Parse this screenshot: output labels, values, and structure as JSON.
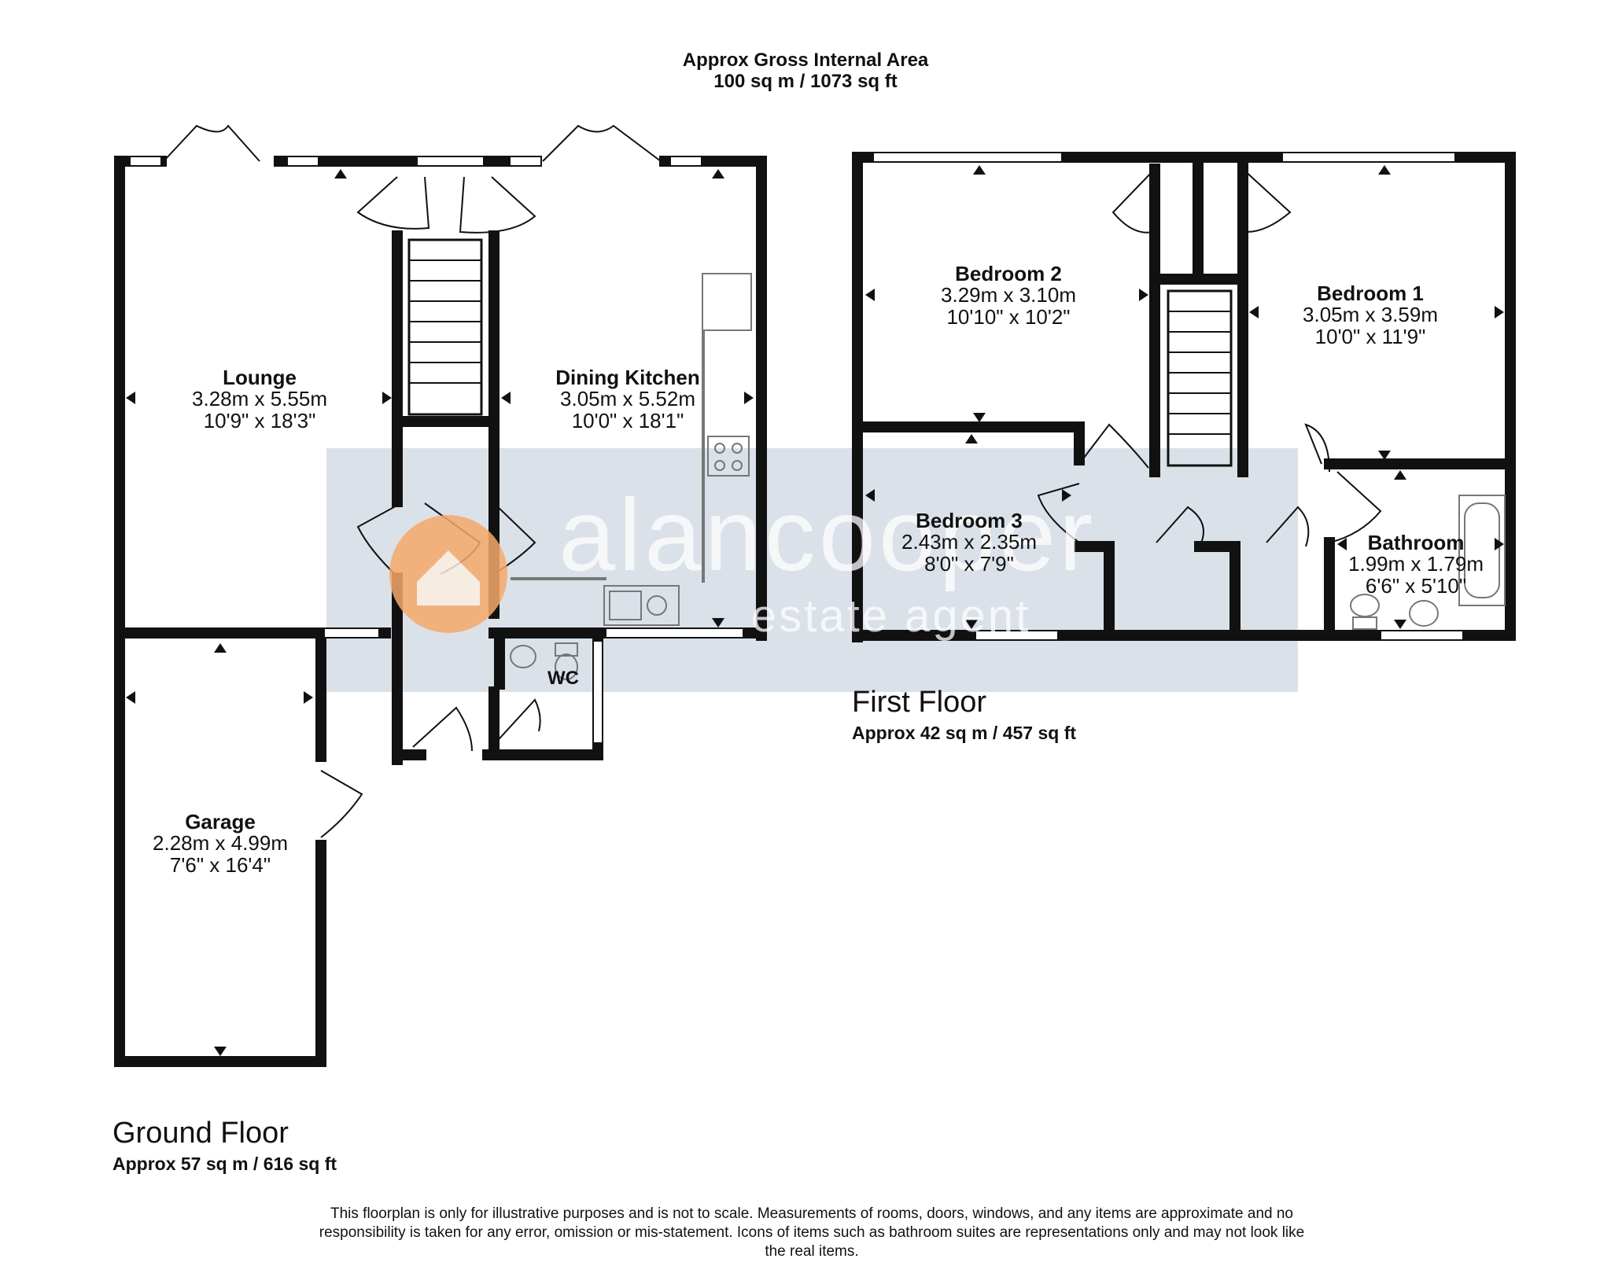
{
  "header": {
    "title": "Approx Gross Internal Area",
    "total_area": "100 sq m / 1073 sq ft"
  },
  "ground_floor": {
    "name": "Ground Floor",
    "area": "Approx 57 sq m / 616 sq ft",
    "rooms": {
      "lounge": {
        "name": "Lounge",
        "metric": "3.28m x 5.55m",
        "imperial": "10'9\" x 18'3\""
      },
      "dining_kitchen": {
        "name": "Dining Kitchen",
        "metric": "3.05m x 5.52m",
        "imperial": "10'0\" x 18'1\""
      },
      "garage": {
        "name": "Garage",
        "metric": "2.28m x 4.99m",
        "imperial": "7'6\" x 16'4\""
      },
      "wc": {
        "name": "WC"
      }
    }
  },
  "first_floor": {
    "name": "First Floor",
    "area": "Approx 42 sq m / 457 sq ft",
    "rooms": {
      "bedroom2": {
        "name": "Bedroom 2",
        "metric": "3.29m x 3.10m",
        "imperial": "10'10\" x 10'2\""
      },
      "bedroom1": {
        "name": "Bedroom 1",
        "metric": "3.05m x 3.59m",
        "imperial": "10'0\" x 11'9\""
      },
      "bedroom3": {
        "name": "Bedroom 3",
        "metric": "2.43m x 2.35m",
        "imperial": "8'0\" x 7'9\""
      },
      "bathroom": {
        "name": "Bathroom",
        "metric": "1.99m x 1.79m",
        "imperial": "6'6\" x 5'10\""
      }
    }
  },
  "watermark": {
    "brand": "alancooper",
    "tagline": "estate agent",
    "color": "#f6a96b"
  },
  "disclaimer": "This floorplan is only for illustrative purposes and is not to scale. Measurements of rooms, doors, windows, and any items are approximate and no responsibility is taken for any error, omission or mis-statement. Icons of items such as bathroom suites are representations only and may not look like the real items.",
  "colors": {
    "wall": "#111111",
    "watermark_band": "#c3cbd8"
  }
}
